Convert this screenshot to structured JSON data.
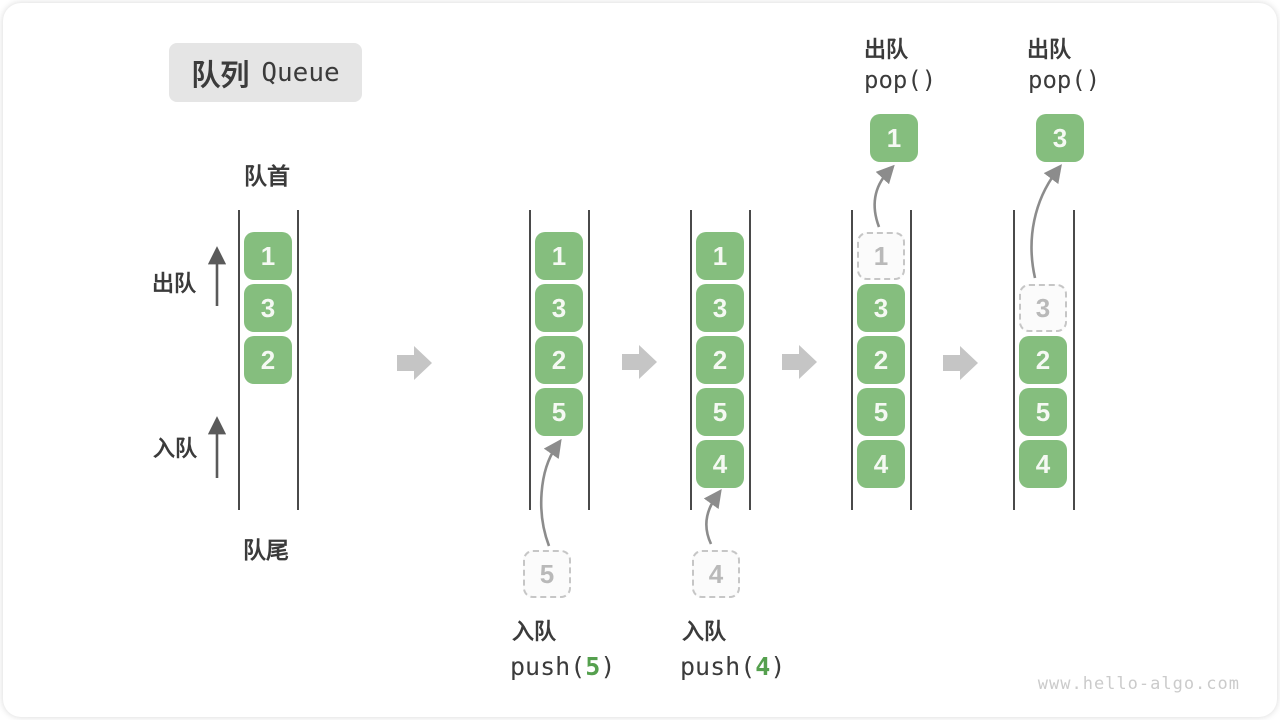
{
  "title": {
    "zh": "队列",
    "en": "Queue"
  },
  "queue_labels": {
    "front": "队首",
    "rear": "队尾",
    "dequeue": "出队",
    "enqueue": "入队"
  },
  "states": [
    {
      "cells": [
        {
          "v": "1"
        },
        {
          "v": "3"
        },
        {
          "v": "2"
        }
      ]
    },
    {
      "cells": [
        {
          "v": "1"
        },
        {
          "v": "3"
        },
        {
          "v": "2"
        },
        {
          "v": "5"
        }
      ],
      "staged": {
        "v": "5"
      },
      "annotation": {
        "action": "入队",
        "code_open": "push(",
        "arg": "5",
        "code_close": ")"
      }
    },
    {
      "cells": [
        {
          "v": "1"
        },
        {
          "v": "3"
        },
        {
          "v": "2"
        },
        {
          "v": "5"
        },
        {
          "v": "4"
        }
      ],
      "staged": {
        "v": "4"
      },
      "annotation": {
        "action": "入队",
        "code_open": "push(",
        "arg": "4",
        "code_close": ")"
      }
    },
    {
      "cells": [
        {
          "v": "1",
          "ghost": true
        },
        {
          "v": "3"
        },
        {
          "v": "2"
        },
        {
          "v": "5"
        },
        {
          "v": "4"
        }
      ],
      "popped": {
        "v": "1"
      },
      "annotation": {
        "action": "出队",
        "code": "pop()"
      }
    },
    {
      "cells": [
        {
          "v": "3",
          "ghost": true
        },
        {
          "v": "2"
        },
        {
          "v": "5"
        },
        {
          "v": "4"
        }
      ],
      "popped": {
        "v": "3"
      },
      "annotation": {
        "action": "出队",
        "code": "pop()"
      }
    }
  ],
  "watermark": "www.hello-algo.com",
  "colors": {
    "box_green": "#85be7e",
    "code_arg_green": "#55a04e",
    "ghost_border": "#c6c6c6",
    "flow_arrow_gray": "#c5c5c5",
    "guide_arrow_gray": "#8c8c8c"
  }
}
